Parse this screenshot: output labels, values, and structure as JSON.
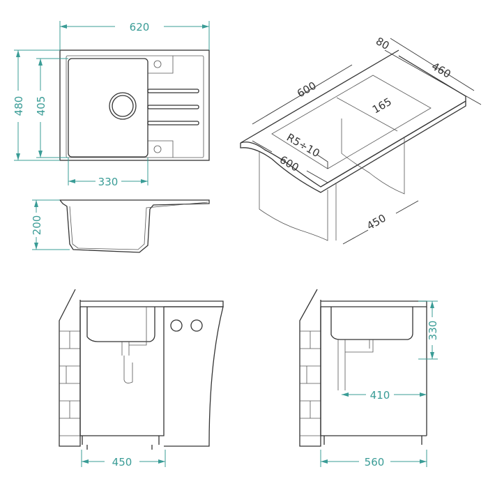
{
  "colors": {
    "dimension": "#3a9c96",
    "line": "#333333"
  },
  "top_view": {
    "width": "620",
    "depth": "480",
    "bowl_depth": "405",
    "bowl_width": "330"
  },
  "side_view": {
    "height": "200"
  },
  "iso_view": {
    "rim": "80",
    "depth": "460",
    "cabinet_length": "600",
    "bowl_length": "165",
    "radius": "R5÷10",
    "cabinet_front": "600",
    "cabinet_depth": "450"
  },
  "front_view": {
    "cabinet_width": "450"
  },
  "profile_view": {
    "bowl_height": "330",
    "drain_offset": "410",
    "cabinet_depth": "560"
  }
}
